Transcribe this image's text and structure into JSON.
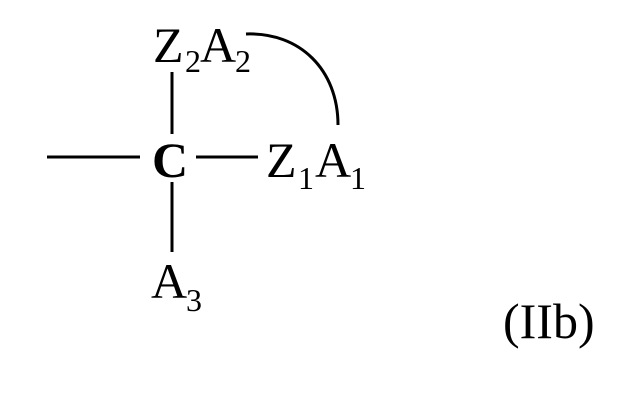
{
  "diagram": {
    "type": "chemical-structure",
    "center_atom": {
      "symbol": "C"
    },
    "substituents": {
      "top": {
        "main": "Z",
        "main_sub": "2",
        "group": "A",
        "group_sub": "2"
      },
      "right": {
        "main": "Z",
        "main_sub": "1",
        "group": "A",
        "group_sub": "1"
      },
      "bottom": {
        "group": "A",
        "group_sub": "3"
      }
    },
    "ring_link": {
      "from": "A2",
      "to": "A1",
      "style": "arc"
    },
    "open_bond": {
      "direction": "left"
    },
    "formula_label": "(IIb)"
  },
  "colors": {
    "ink": "#000000",
    "background": "#ffffff"
  }
}
